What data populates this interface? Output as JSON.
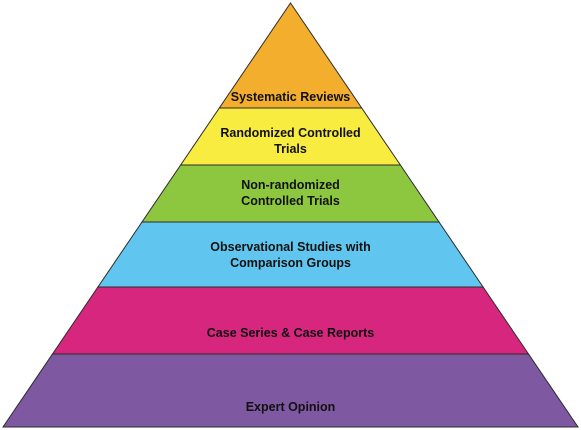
{
  "pyramid": {
    "outline_color": "#2b2b2b",
    "tiers": [
      {
        "lines": [
          "Systematic Reviews"
        ],
        "color": "#F2AE2C"
      },
      {
        "lines": [
          "Randomized Controlled",
          "Trials"
        ],
        "color": "#F7EC3F"
      },
      {
        "lines": [
          "Non-randomized",
          "Controlled Trials"
        ],
        "color": "#8DC63F"
      },
      {
        "lines": [
          "Observational Studies with",
          "Comparison Groups"
        ],
        "color": "#61C6EF"
      },
      {
        "lines": [
          "Case Series & Case Reports"
        ],
        "color": "#D6267D"
      },
      {
        "lines": [
          "Expert Opinion"
        ],
        "color": "#7F58A2"
      }
    ]
  }
}
